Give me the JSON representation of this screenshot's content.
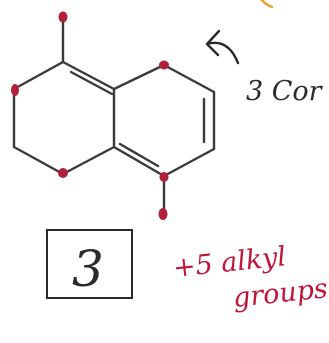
{
  "annotation": {
    "arrow_note": "3 Cor",
    "answer": "3",
    "red_note_line1": "+5 alkyl",
    "red_note_line2": "groups"
  },
  "colors": {
    "bond": "#3a3a3a",
    "highlight_dot": "#b0203a",
    "handwriting_dark": "#2a2a2a",
    "handwriting_red": "#c0153a",
    "orange_mark": "#f0a030"
  }
}
